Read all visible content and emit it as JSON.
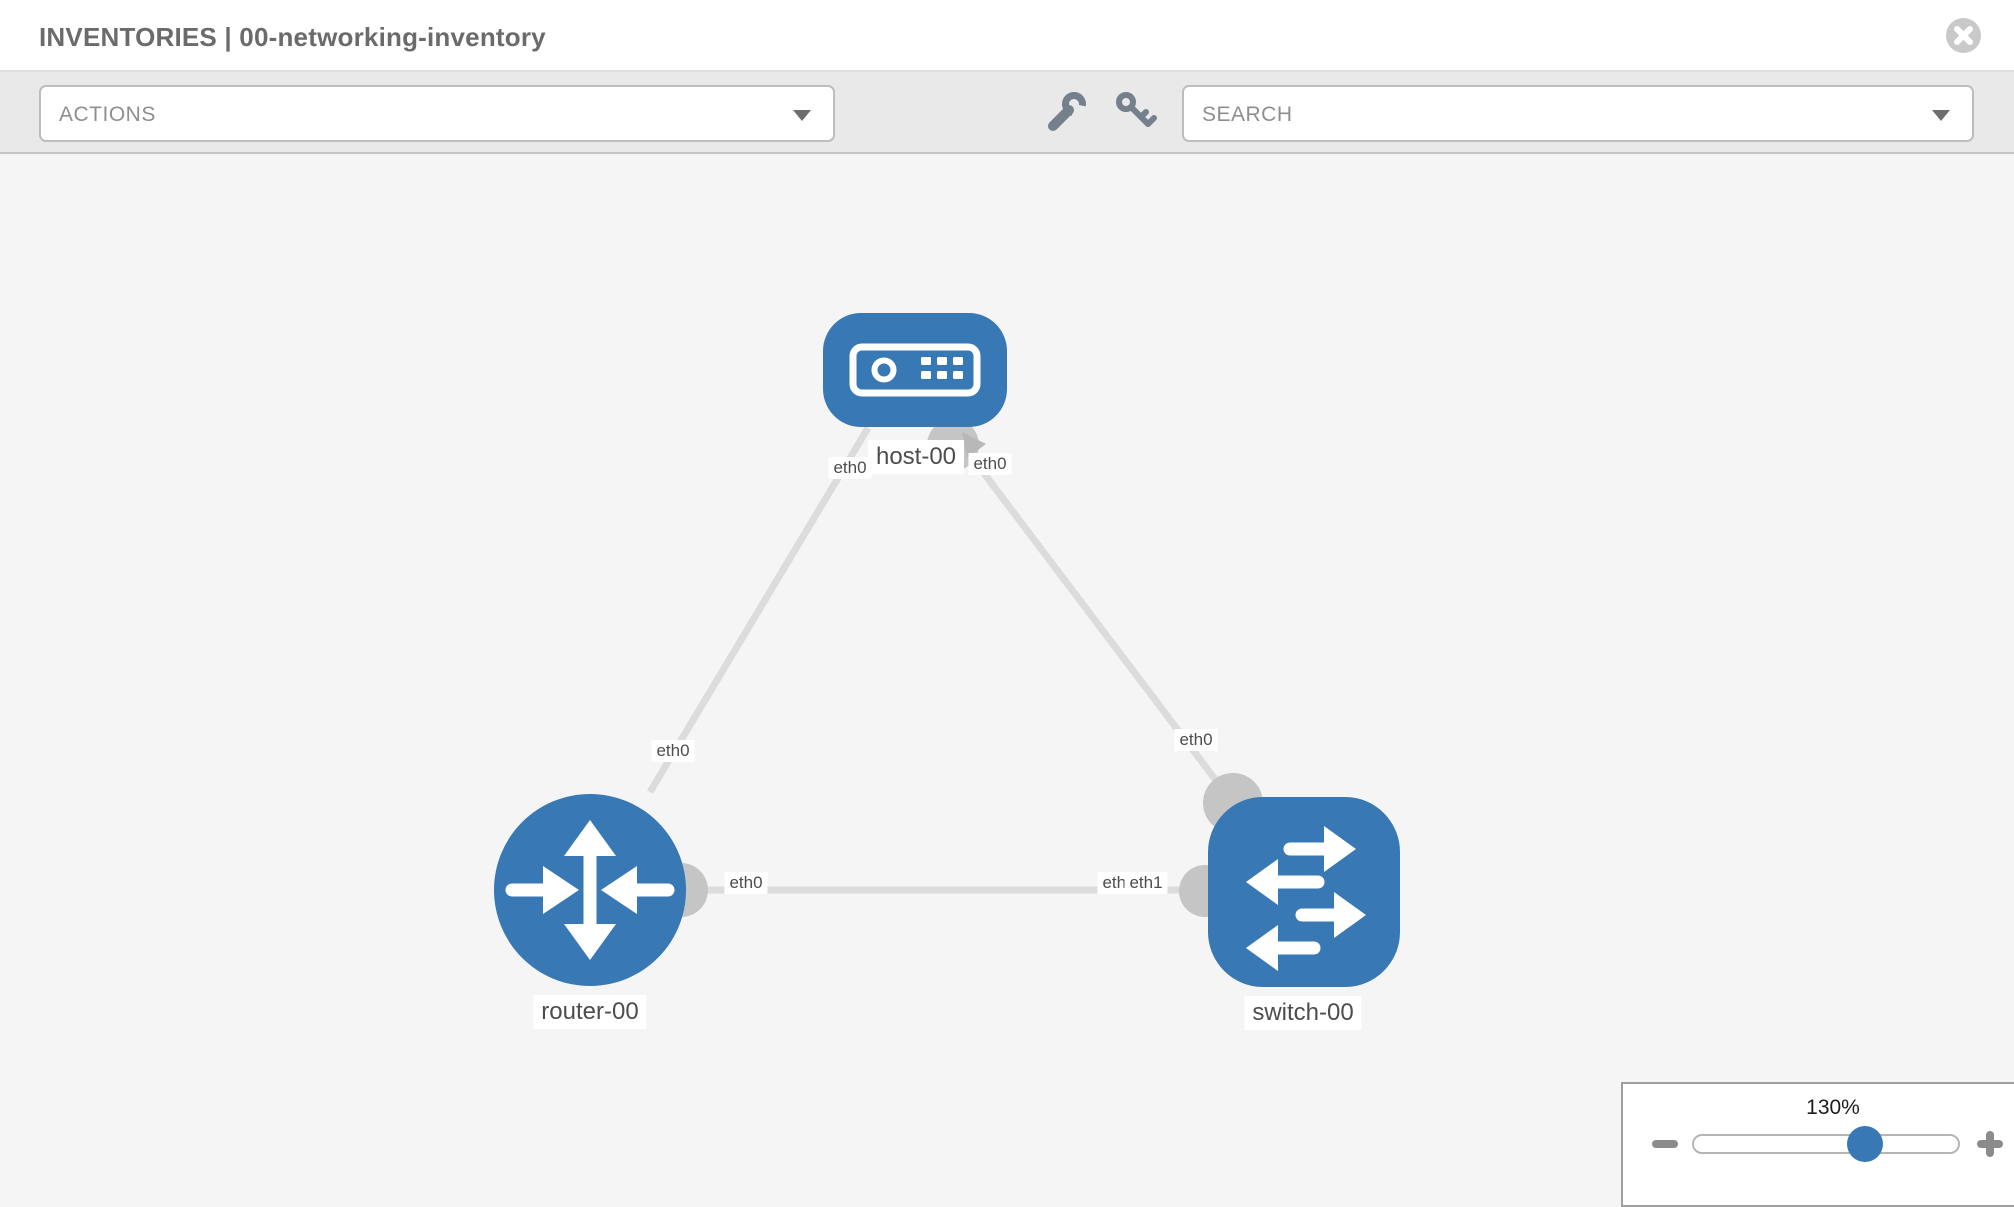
{
  "header": {
    "title": "INVENTORIES | 00-networking-inventory",
    "close_icon": "close"
  },
  "toolbar": {
    "actions_label": "ACTIONS",
    "search_placeholder": "SEARCH",
    "icons": [
      "wrench",
      "key",
      "chevron-down"
    ]
  },
  "topology": {
    "nodes": [
      {
        "label": "host-00",
        "type": "host"
      },
      {
        "label": "router-00",
        "type": "router"
      },
      {
        "label": "switch-00",
        "type": "switch"
      }
    ],
    "links": [
      {
        "from": "host-00",
        "from_port": "eth0",
        "to": "router-00",
        "to_port": "eth0"
      },
      {
        "from": "host-00",
        "from_port": "eth0",
        "to": "switch-00",
        "to_port": "eth0"
      },
      {
        "from": "router-00",
        "from_port": "eth0",
        "to": "switch-00",
        "to_port": "eth1",
        "to_port_overlapped": "eth0"
      }
    ]
  },
  "zoom_control": {
    "level": "130%",
    "minus_icon": "minus",
    "plus_icon": "plus"
  },
  "colors": {
    "node_blue": "#3778b5",
    "link_gray": "#dcdcdc",
    "port_circle_gray": "#c5c5c5",
    "arrowhead_gray": "#b8b8b8",
    "canvas_bg": "#f5f5f5",
    "toolbar_bg": "#e9e9e9",
    "slider_thumb": "#3778b5"
  }
}
